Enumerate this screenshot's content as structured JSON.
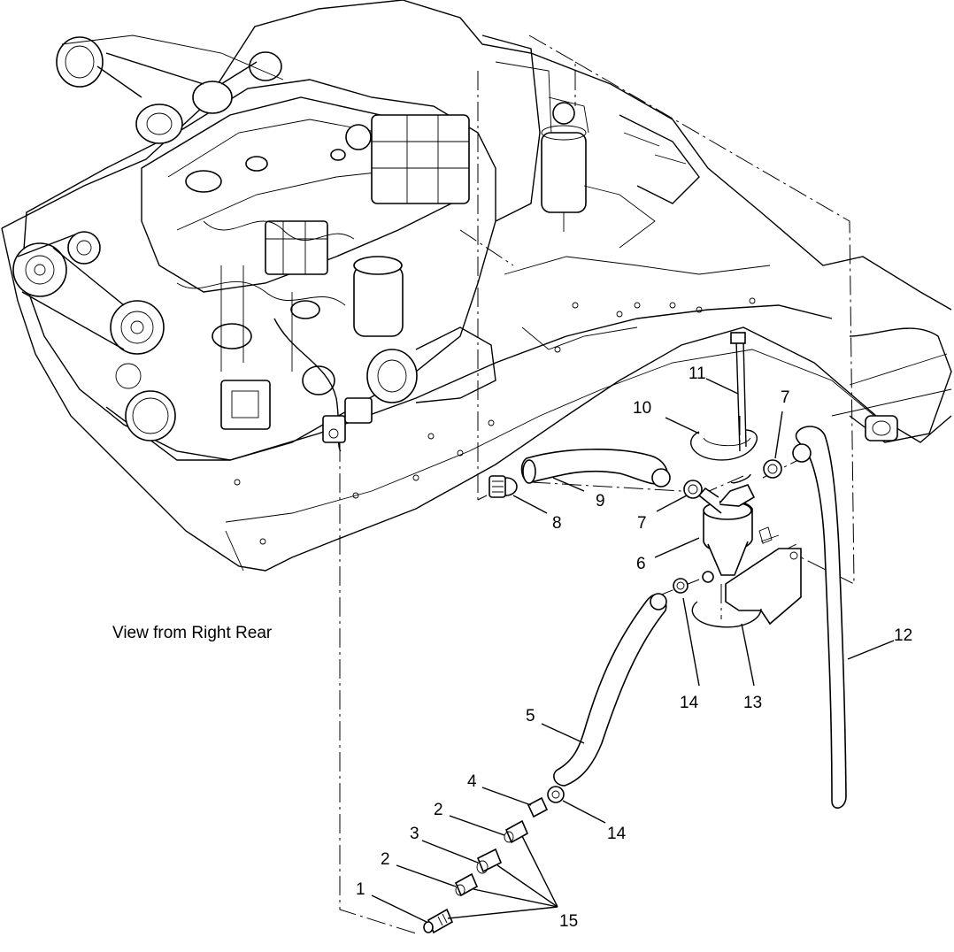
{
  "caption": "View from Right Rear",
  "callouts": {
    "c1": "1",
    "c2a": "2",
    "c2b": "2",
    "c3": "3",
    "c4": "4",
    "c5": "5",
    "c6": "6",
    "c7a": "7",
    "c7b": "7",
    "c8": "8",
    "c9": "9",
    "c10": "10",
    "c11": "11",
    "c12": "12",
    "c13": "13",
    "c14a": "14",
    "c14b": "14",
    "c15": "15"
  }
}
